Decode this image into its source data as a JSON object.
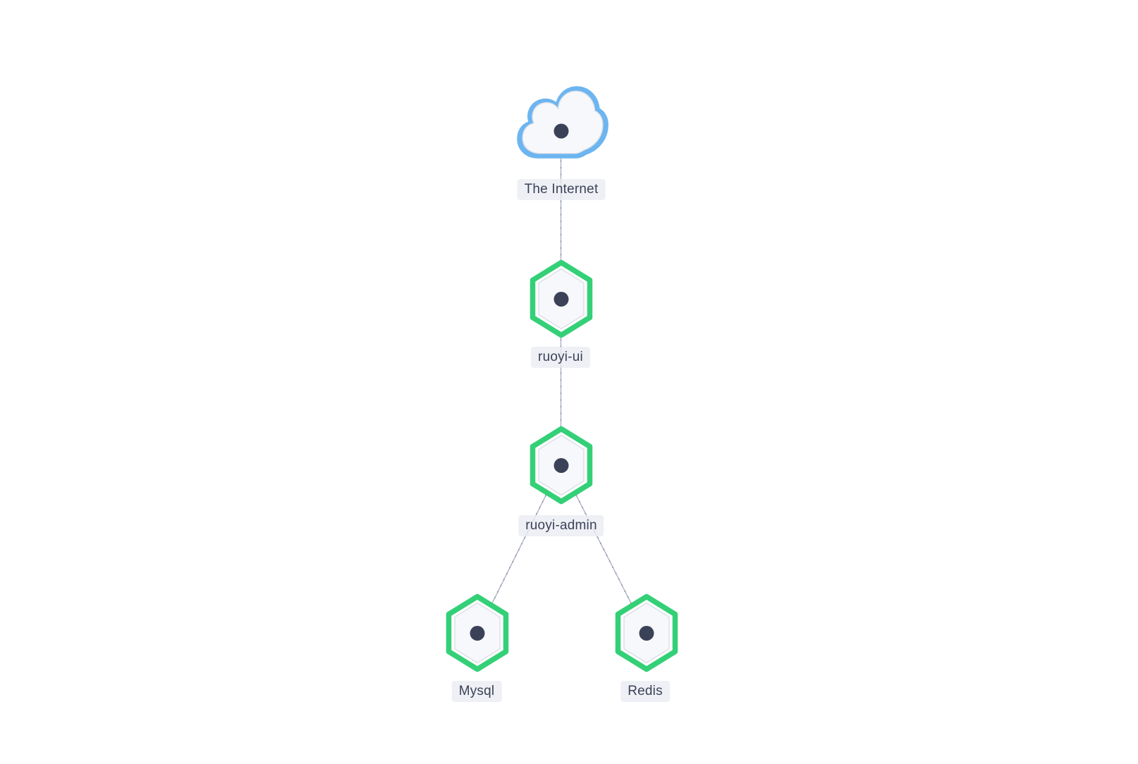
{
  "diagram": {
    "type": "service-topology-graph",
    "nodes": [
      {
        "id": "internet",
        "label": "The Internet",
        "icon": "cloud-icon",
        "status_color": "#6cb5f0"
      },
      {
        "id": "ruoyi-ui",
        "label": "ruoyi-ui",
        "icon": "hexagon-service-icon",
        "status_color": "#34d077"
      },
      {
        "id": "ruoyi-admin",
        "label": "ruoyi-admin",
        "icon": "hexagon-service-icon",
        "status_color": "#34d077"
      },
      {
        "id": "mysql",
        "label": "Mysql",
        "icon": "hexagon-service-icon",
        "status_color": "#34d077"
      },
      {
        "id": "redis",
        "label": "Redis",
        "icon": "hexagon-service-icon",
        "status_color": "#34d077"
      }
    ],
    "edges": [
      {
        "from": "The Internet",
        "to": "ruoyi-ui"
      },
      {
        "from": "ruoyi-ui",
        "to": "ruoyi-admin"
      },
      {
        "from": "ruoyi-admin",
        "to": "Mysql"
      },
      {
        "from": "ruoyi-admin",
        "to": "Redis"
      }
    ],
    "colors": {
      "canvas_bg": "#ffffff",
      "service_border_green": "#34d077",
      "internet_border_blue": "#6cb5f0",
      "node_inner_rim": "#dcdfe6",
      "node_fill": "#f7f8fb",
      "node_core_dot": "#3b4258",
      "edge_line": "#a7aec1",
      "label_text": "#3b4258",
      "label_bg": "#eef0f5"
    }
  }
}
